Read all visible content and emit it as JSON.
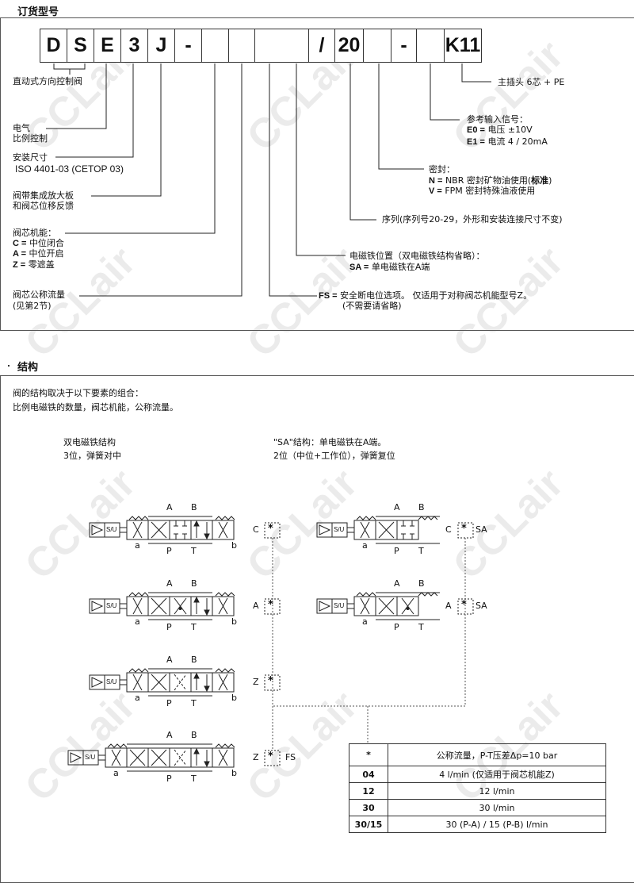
{
  "ordering": {
    "title": "订货型号",
    "code_cells": [
      "D",
      "S",
      "E",
      "3",
      "J",
      "-",
      "",
      "",
      "",
      "/",
      "20",
      "",
      "-",
      "",
      "K11"
    ],
    "labels": {
      "direct": "直动式方向控制阀",
      "electric_1": "电气",
      "electric_2": "比例控制",
      "mount_1": "安装尺寸",
      "mount_2": "ISO 4401-03 (CETOP 03)",
      "amp_1": "阀带集成放大板",
      "amp_2": "和阀芯位移反馈",
      "spool_title": "阀芯机能：",
      "spool_c_key": "C =",
      "spool_c": "中位闭合",
      "spool_a_key": "A =",
      "spool_a": "中位开启",
      "spool_z_key": "Z =",
      "spool_z": "零遮盖",
      "flow_1": "阀芯公称流量",
      "flow_2": "(见第2节)",
      "fs_key": "FS =",
      "fs_1": "安全断电位选项。 仅适用于对称阀芯机能型号Z。",
      "fs_2": "(不需要请省略)",
      "sol_title": "电磁铁位置（双电磁铁结构省略）：",
      "sol_sa_key": "SA =",
      "sol_sa": "单电磁铁在A端",
      "series": "序列(序列号20-29，外形和安装连接尺寸不变)",
      "seal_title": "密封：",
      "seal_n_key": "N =",
      "seal_n": "NBR 密封矿物油使用(",
      "seal_n_std": "标准",
      "seal_n_end": ")",
      "seal_v_key": "V =",
      "seal_v": "FPM 密封特殊油液使用",
      "signal_title": "参考输入信号：",
      "signal_e0_key": "E0 =",
      "signal_e0": "电压 ±10V",
      "signal_e1_key": "E1 =",
      "signal_e1": "电流 4 / 20mA",
      "connector": "主插头 6芯 + PE"
    }
  },
  "structure": {
    "title": "结构",
    "intro_1": "阀的结构取决于以下要素的组合：",
    "intro_2": "比例电磁铁的数量，阀芯机能，公称流量。",
    "double_title": "双电磁铁结构",
    "double_sub": "3位，弹簧对中",
    "single_title": "\"SA\"结构：单电磁铁在A端。",
    "single_sub": "2位（中位+工作位），弹簧复位",
    "ports": {
      "A": "A",
      "B": "B",
      "P": "P",
      "T": "T",
      "a": "a",
      "b": "b",
      "sol": "S/U"
    },
    "option_marker": "*",
    "double_variants": [
      {
        "code": "C",
        "suffix": ""
      },
      {
        "code": "A",
        "suffix": ""
      },
      {
        "code": "Z",
        "suffix": ""
      },
      {
        "code": "Z",
        "suffix": "FS"
      }
    ],
    "single_variants": [
      {
        "code": "C",
        "suffix": "SA"
      },
      {
        "code": "A",
        "suffix": "SA"
      }
    ]
  },
  "flow_table": {
    "header": {
      "key": "*",
      "value": "公称流量，P-T压差Δp=10 bar"
    },
    "rows": [
      {
        "key": "04",
        "value": "4 l/min (仅适用于阀芯机能Z)"
      },
      {
        "key": "12",
        "value": "12 l/min"
      },
      {
        "key": "30",
        "value": "30 l/min"
      },
      {
        "key": "30/15",
        "value": "30 (P-A) / 15 (P-B) l/min"
      }
    ]
  },
  "watermark": "CCLair"
}
